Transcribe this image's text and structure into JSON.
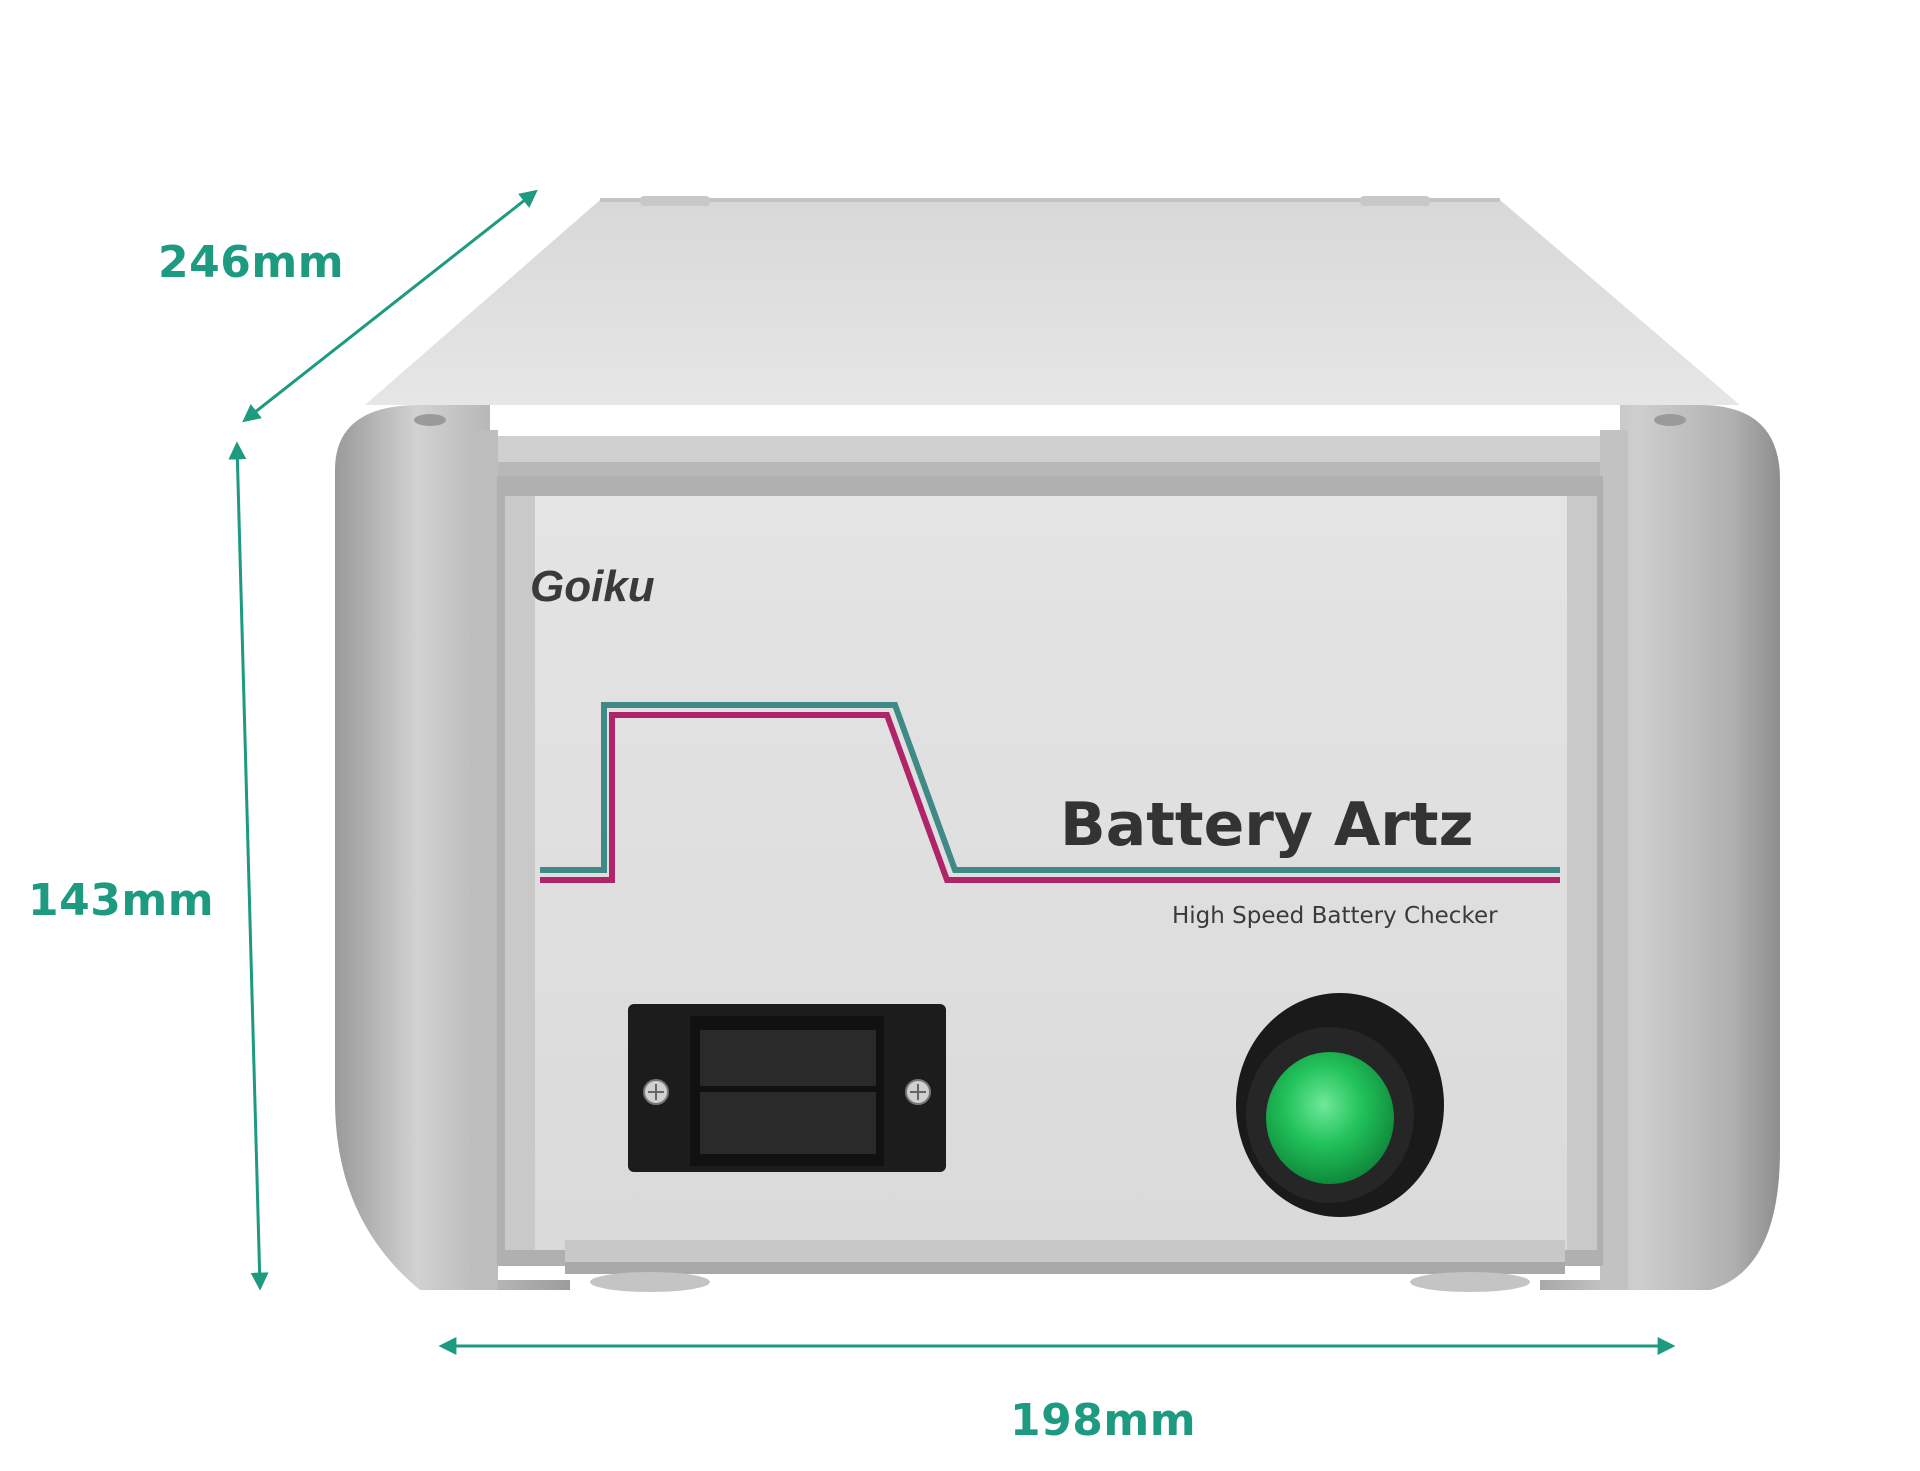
{
  "colors": {
    "dimension": "#1e9a80",
    "teal_line": "#3f8a86",
    "magenta_line": "#b0246a",
    "button_green": "#22c25a"
  },
  "dimensions": {
    "depth": "246mm",
    "height": "143mm",
    "width": "198mm"
  },
  "device": {
    "brand": "Goiku",
    "product_name": "Battery Artz",
    "tagline": "High Speed Battery Checker"
  }
}
